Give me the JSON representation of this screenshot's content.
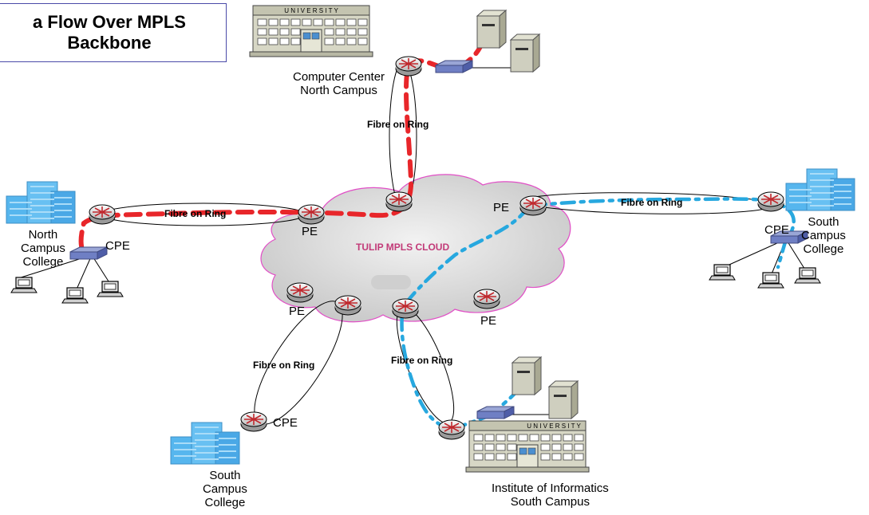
{
  "title": {
    "line1": "a Flow Over MPLS",
    "line2": "Backbone"
  },
  "cloud": {
    "label": "TULIP MPLS CLOUD"
  },
  "sites": {
    "computer_center": {
      "line1": "Computer Center",
      "line2": "North Campus",
      "sign": "U N I V E R S I T Y"
    },
    "institute": {
      "line1": "Institute of Informatics",
      "line2": "South Campus",
      "sign": "U N I V E R S I T Y"
    },
    "north_college": {
      "line1": "North",
      "line2": "Campus",
      "line3": "College"
    },
    "south_college_east": {
      "line1": "South",
      "line2": "Campus",
      "line3": "College"
    },
    "south_college_sw": {
      "line1": "South",
      "line2": "Campus",
      "line3": "College"
    }
  },
  "node_labels": {
    "pe_west": "PE",
    "pe_east": "PE",
    "pe_southwest": "PE",
    "pe_south": "PE",
    "cpe_north": "CPE",
    "cpe_east": "CPE",
    "cpe_sw": "CPE"
  },
  "link_labels": {
    "north": "Fibre on Ring",
    "west": "Fibre on Ring",
    "east": "Fibre on Ring",
    "southwest": "Fibre on Ring",
    "south": "Fibre on Ring"
  },
  "colors": {
    "flow_red": "#e8262a",
    "flow_blue": "#27a8df",
    "cloud_fill": "#d3d3d3",
    "cloud_border": "#e14fc6",
    "building_blue": "#56b6ee",
    "title_border": "#4a4aa8"
  }
}
